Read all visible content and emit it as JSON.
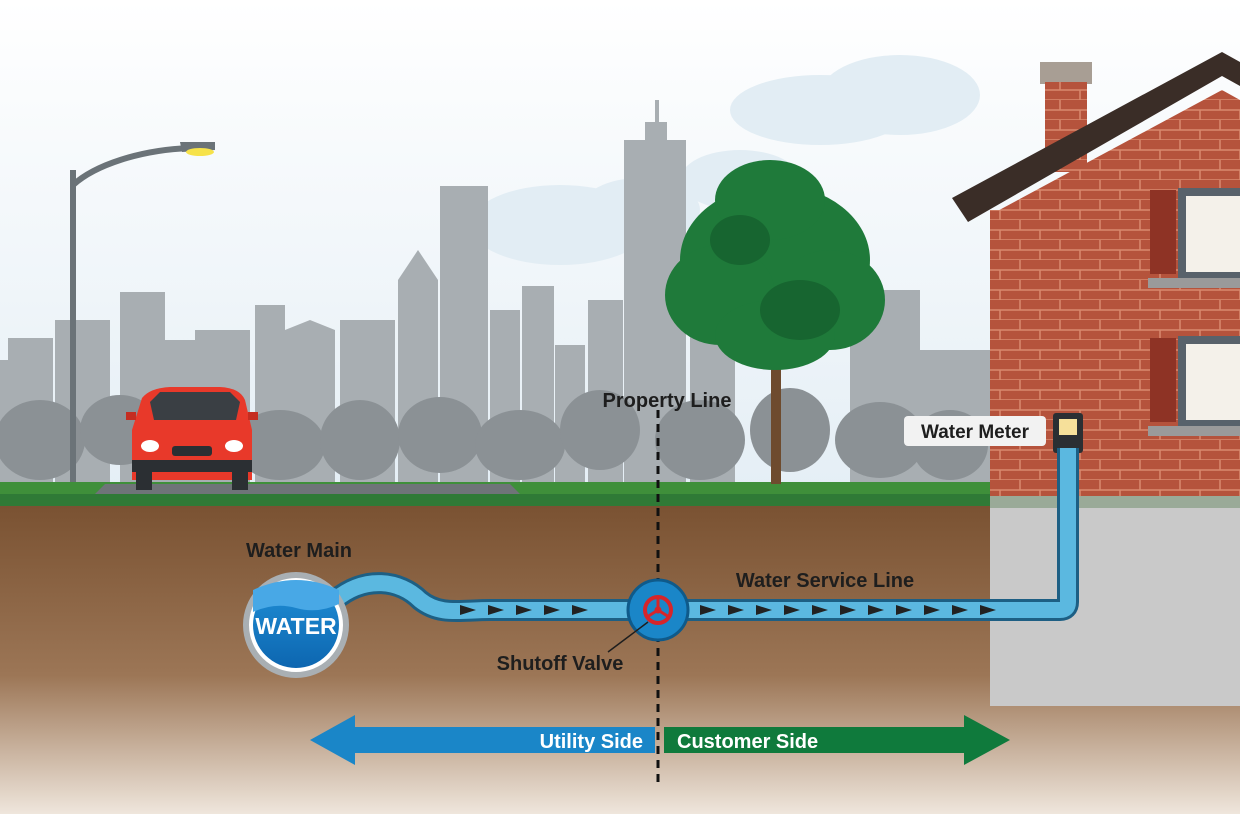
{
  "labels": {
    "property_line": "Property Line",
    "water_meter": "Water Meter",
    "water_main": "Water Main",
    "water_badge": "WATER",
    "service_line": "Water Service Line",
    "shutoff_valve": "Shutoff Valve",
    "utility_side": "Utility Side",
    "customer_side": "Customer Side"
  },
  "colors": {
    "pipe": "#5bb8e0",
    "utility_arrow": "#1a86c8",
    "customer_arrow": "#0f7a3c",
    "soil": "#7d5535",
    "brick": "#b5533c",
    "car": "#e8392a",
    "tree": "#1f7a3a",
    "skyline": "#a8aeb2"
  }
}
